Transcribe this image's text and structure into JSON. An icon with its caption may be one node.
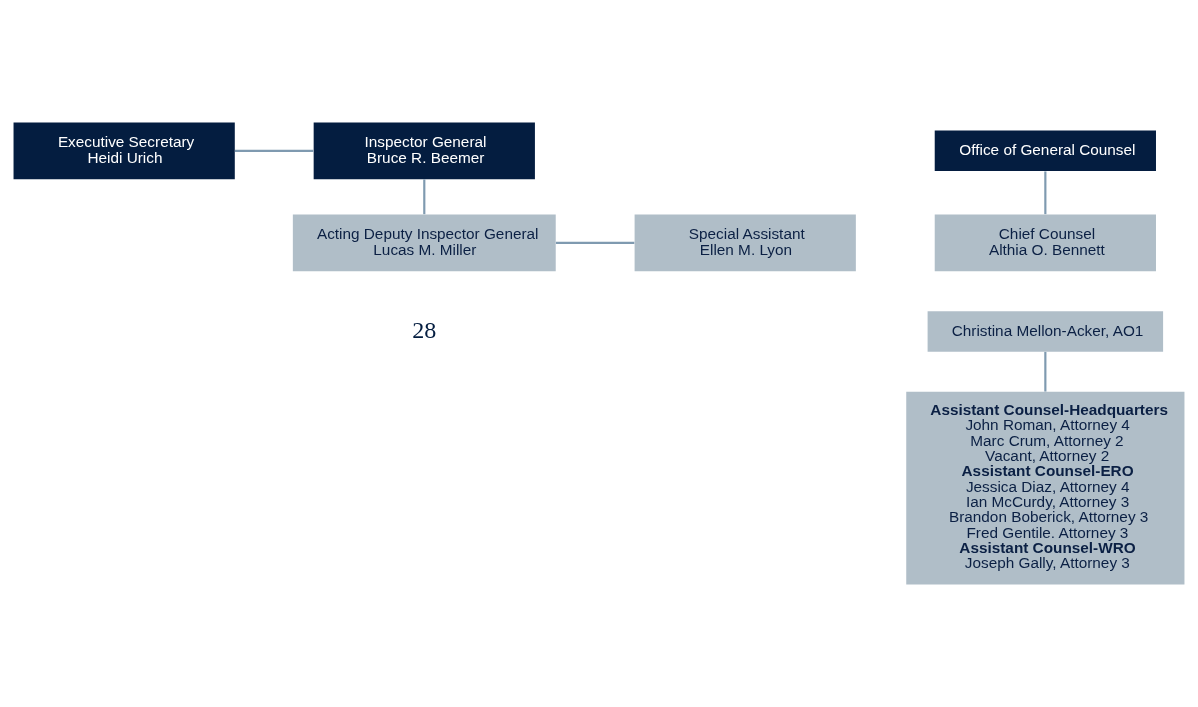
{
  "diagram": {
    "nodes": [
      {
        "text": [
          "Executive Secretary",
          "Heidi Urich"
        ]
      },
      {
        "text": [
          "Inspector General",
          "Bruce R. Beemer"
        ]
      },
      {
        "text": [
          "Office of General Counsel"
        ]
      },
      {
        "text": [
          "Special Assistant",
          "Ellen M. Lyon"
        ]
      },
      {
        "text": [
          "Acting Deputy Inspector General",
          "Lucas M. Miller"
        ]
      },
      {
        "text": [
          "Chief Counsel",
          "Althia O. Bennett"
        ]
      },
      {
        "text": [
          "Christina Mellon-Acker, AO1"
        ]
      },
      {
        "text": [
          "**Assistant Counsel-Headquarters**",
          "John Roman, Attorney 4",
          "Marc Crum, Attorney 2",
          "Vacant, Attorney 2",
          "**Assistant Counsel-ERO**",
          "Jessica Diaz, Attorney 4",
          "Ian McCurdy, Attorney 3",
          "Brandon Boberick, Attorney 3",
          "Fred Gentile. Attorney 3",
          "**Assistant Counsel-WRO**",
          "Joseph Gally, Attorney 3"
        ]
      }
    ],
    "edges": [
      {
        "from": 0,
        "to": 1,
        "arrow": "none"
      },
      {
        "from": 1,
        "to": 4,
        "arrow": "none"
      },
      {
        "from": 3,
        "to": 4,
        "arrow": "none"
      },
      {
        "from": 2,
        "to": 5,
        "arrow": "none"
      },
      {
        "from": 6,
        "to": 7,
        "arrow": "none"
      }
    ],
    "labels": [
      "28"
    ]
  }
}
